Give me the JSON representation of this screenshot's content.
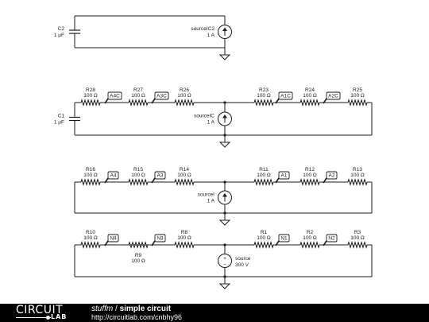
{
  "footer": {
    "logo_top": "CIRCUIT",
    "logo_bottom": "LAB",
    "author": "stuffm",
    "separator": " / ",
    "circuit_name": "simple circuit",
    "url": "http://circuitlab.com/cnbhy96"
  },
  "colors": {
    "wire": "#1a1a1a",
    "background": "#ffffff",
    "footer": "#000000"
  },
  "circuit": {
    "row1": {
      "capacitor": {
        "name": "C2",
        "value": "1 μF"
      },
      "source": {
        "name": "sourceIC2",
        "value": "1 A"
      }
    },
    "row2": {
      "capacitor": {
        "name": "C1",
        "value": "1 μF"
      },
      "source": {
        "name": "sourceIC",
        "value": "1 A"
      },
      "resistors": [
        {
          "name": "R28",
          "value": "100 Ω"
        },
        {
          "name": "R27",
          "value": "100 Ω"
        },
        {
          "name": "R26",
          "value": "100 Ω"
        },
        {
          "name": "R23",
          "value": "100 Ω"
        },
        {
          "name": "R24",
          "value": "100 Ω"
        },
        {
          "name": "R25",
          "value": "100 Ω"
        }
      ],
      "nodes": [
        "A4C",
        "A3C",
        "A1C",
        "A2C"
      ]
    },
    "row3": {
      "source": {
        "name": "sourceI",
        "value": "1 A"
      },
      "resistors": [
        {
          "name": "R16",
          "value": "100 Ω"
        },
        {
          "name": "R15",
          "value": "100 Ω"
        },
        {
          "name": "R14",
          "value": "100 Ω"
        },
        {
          "name": "R11",
          "value": "100 Ω"
        },
        {
          "name": "R12",
          "value": "100 Ω"
        },
        {
          "name": "R13",
          "value": "100 Ω"
        }
      ],
      "nodes": [
        "A4",
        "A3",
        "A1",
        "A2"
      ]
    },
    "row4": {
      "source": {
        "name": "source",
        "value": "300 V"
      },
      "resistors": [
        {
          "name": "R10",
          "value": "100 Ω"
        },
        {
          "name": "R9",
          "value": "100 Ω"
        },
        {
          "name": "R8",
          "value": "100 Ω"
        },
        {
          "name": "R1",
          "value": "100 Ω"
        },
        {
          "name": "R2",
          "value": "100 Ω"
        },
        {
          "name": "R3",
          "value": "100 Ω"
        }
      ],
      "nodes": [
        "N4",
        "N3",
        "N1",
        "N2"
      ]
    }
  }
}
